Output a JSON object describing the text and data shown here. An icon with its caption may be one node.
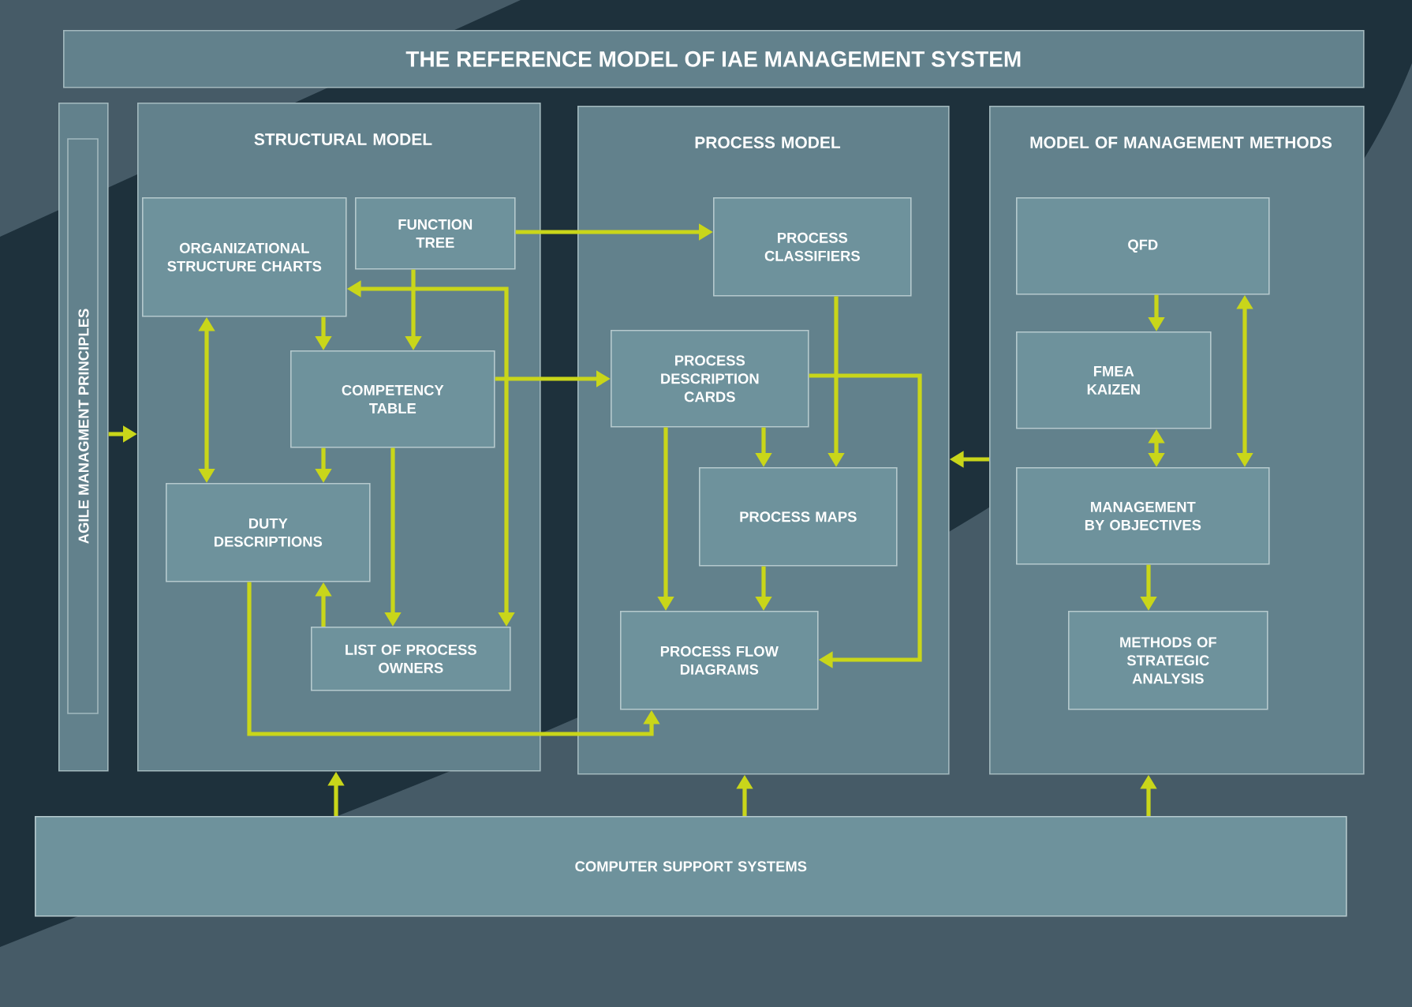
{
  "diagram": {
    "title": "THE REFERENCE MODEL OF IAE MANAGEMENT SYSTEM",
    "nodes": [
      {
        "text": [
          "AGILE MANAGMENT PRINCIPLES"
        ]
      },
      {
        "text": [
          "STRUCTURAL MODEL"
        ]
      },
      {
        "text": [
          "ORGANIZATIONAL STRUCTURE CHARTS"
        ],
        "in": 1
      },
      {
        "text": [
          "FUNCTION TREE"
        ],
        "in": 1
      },
      {
        "text": [
          "COMPETENCY TABLE"
        ],
        "in": 1
      },
      {
        "text": [
          "DUTY DESCRIPTIONS"
        ],
        "in": 1
      },
      {
        "text": [
          "LIST OF PROCESS OWNERS"
        ],
        "in": 1
      },
      {
        "text": [
          "PROCESS MODEL"
        ]
      },
      {
        "text": [
          "PROCESS CLASSIFIERS"
        ],
        "in": 7
      },
      {
        "text": [
          "PROCESS DESCRIPTION CARDS"
        ],
        "in": 7
      },
      {
        "text": [
          "PROCESS MAPS"
        ],
        "in": 7
      },
      {
        "text": [
          "PROCESS FLOW DIAGRAMS"
        ],
        "in": 7
      },
      {
        "text": [
          "MODEL OF MANAGEMENT METHODS"
        ]
      },
      {
        "text": [
          "QFD"
        ],
        "in": 12
      },
      {
        "text": [
          "FMEA KAIZEN"
        ],
        "in": 12
      },
      {
        "text": [
          "MANAGEMENT BY OBJECTIVES"
        ],
        "in": 12
      },
      {
        "text": [
          "METHODS OF STRATEGIC ANALYSIS"
        ],
        "in": 12
      },
      {
        "text": [
          "COMPUTER SUPPORT SYSTEMS"
        ]
      }
    ],
    "edges": [
      {
        "from": 0,
        "to": 1,
        "arrow": "to"
      },
      {
        "from": 3,
        "to": 8,
        "arrow": "to"
      },
      {
        "from": 2,
        "to": 6,
        "arrow": "both"
      },
      {
        "from": 3,
        "to": 4,
        "arrow": "to"
      },
      {
        "from": 2,
        "to": 4,
        "arrow": "to"
      },
      {
        "from": 2,
        "to": 5,
        "arrow": "both"
      },
      {
        "from": 4,
        "to": 5,
        "arrow": "to"
      },
      {
        "from": 4,
        "to": 6,
        "arrow": "to"
      },
      {
        "from": 6,
        "to": 5,
        "arrow": "to"
      },
      {
        "from": 4,
        "to": 9,
        "arrow": "to"
      },
      {
        "from": 5,
        "to": 11,
        "arrow": "to"
      },
      {
        "from": 8,
        "to": 10,
        "arrow": "to"
      },
      {
        "from": 9,
        "to": 10,
        "arrow": "to"
      },
      {
        "from": 9,
        "to": 11,
        "arrow": "to"
      },
      {
        "from": 10,
        "to": 11,
        "arrow": "to"
      },
      {
        "from": 9,
        "to": 11,
        "arrow": "to"
      },
      {
        "from": 12,
        "to": 7,
        "arrow": "to"
      },
      {
        "from": 13,
        "to": 14,
        "arrow": "to"
      },
      {
        "from": 13,
        "to": 15,
        "arrow": "both"
      },
      {
        "from": 14,
        "to": 15,
        "arrow": "both"
      },
      {
        "from": 15,
        "to": 16,
        "arrow": "to"
      },
      {
        "from": 17,
        "to": 1,
        "arrow": "to"
      },
      {
        "from": 17,
        "to": 7,
        "arrow": "to"
      },
      {
        "from": 17,
        "to": 12,
        "arrow": "to"
      }
    ]
  }
}
